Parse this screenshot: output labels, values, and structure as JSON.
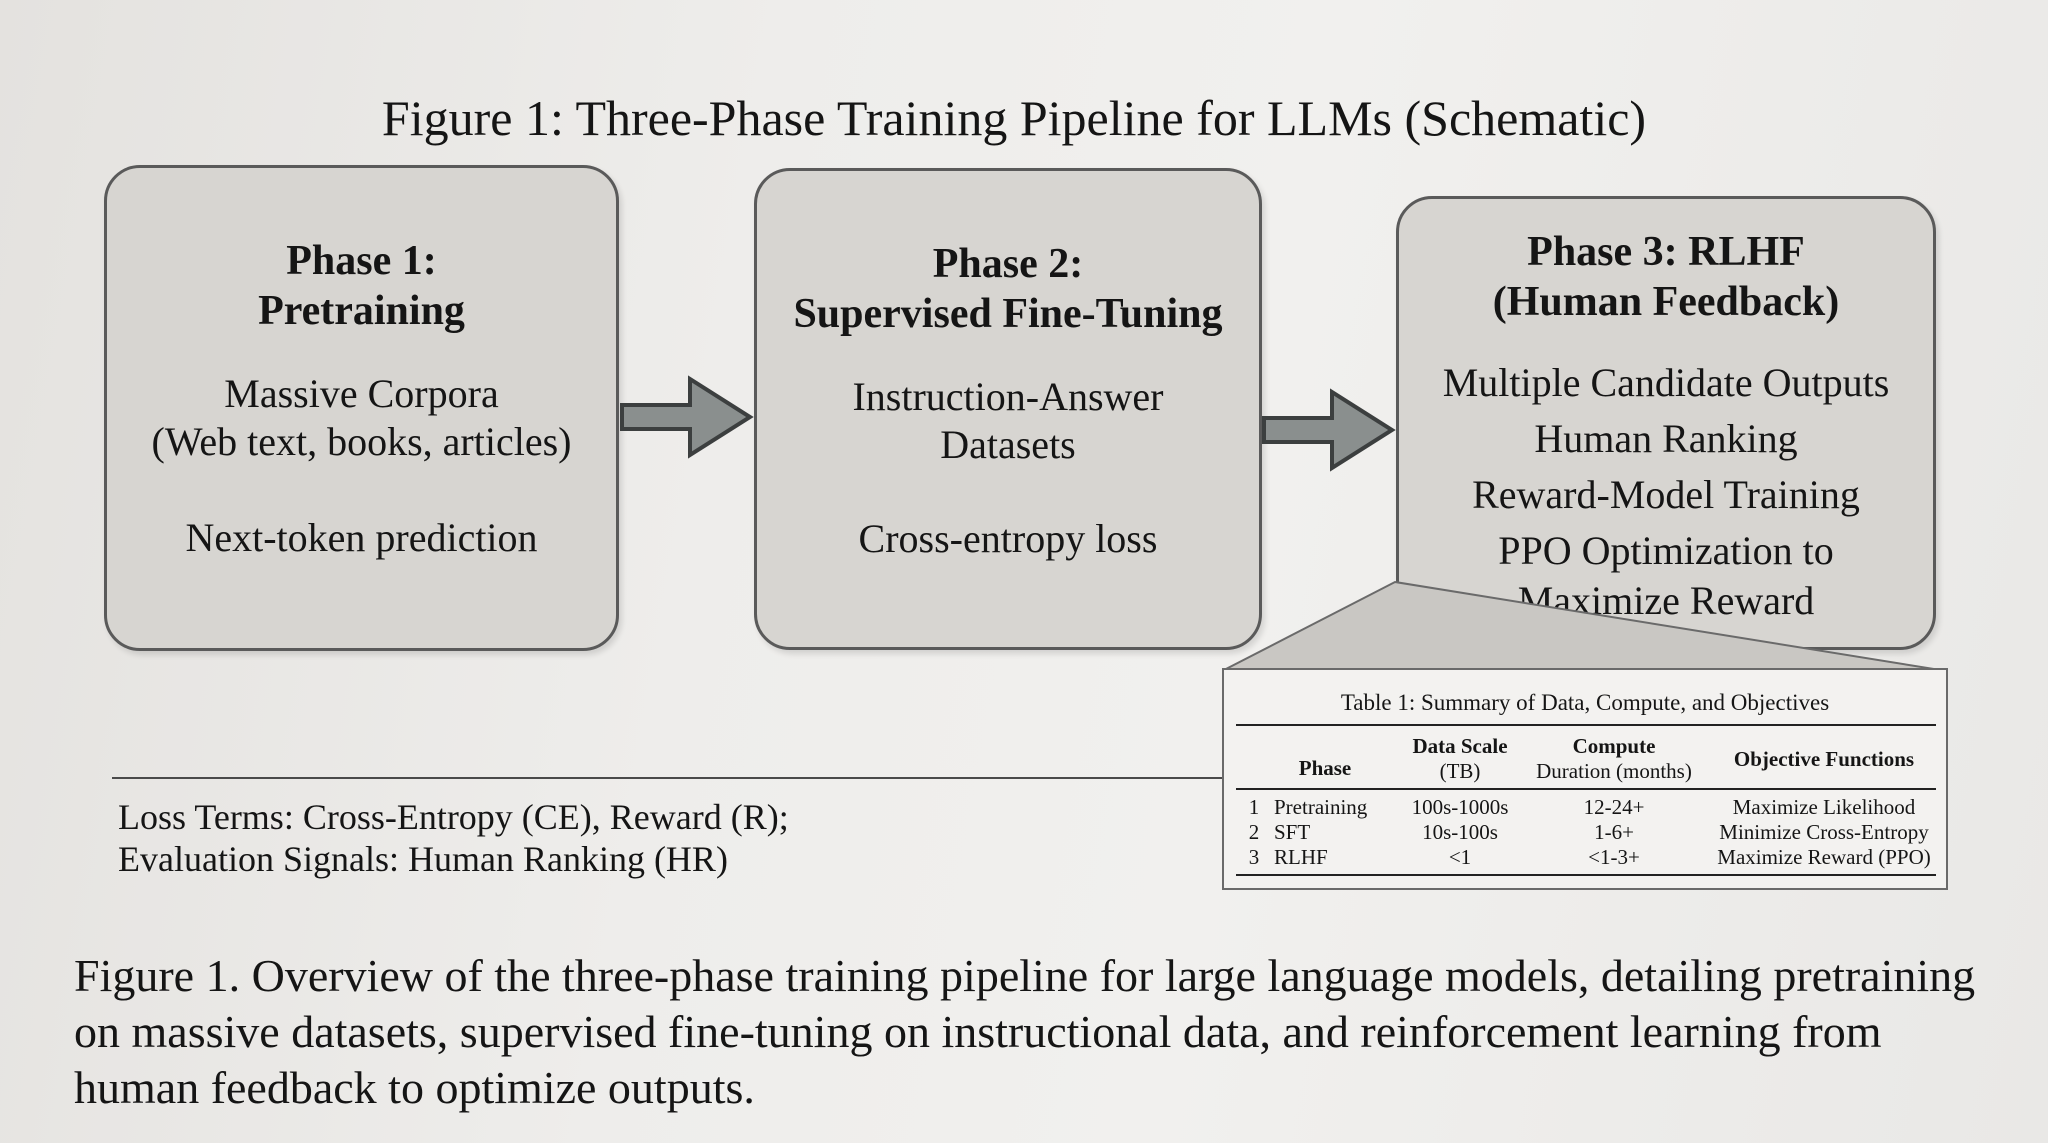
{
  "figure_title": "Figure 1: Three-Phase Training Pipeline for LLMs (Schematic)",
  "phases": [
    {
      "title_lines": [
        "Phase 1:",
        "Pretraining"
      ],
      "body_lines": [
        "Massive Corpora",
        "(Web text, books, articles)"
      ],
      "footer": "Next-token prediction"
    },
    {
      "title_lines": [
        "Phase 2:",
        "Supervised Fine-Tuning"
      ],
      "body_lines": [
        "Instruction-Answer",
        "Datasets"
      ],
      "footer": "Cross-entropy loss"
    },
    {
      "title_lines": [
        "Phase 3: RLHF",
        "(Human Feedback)"
      ],
      "body_lines": [
        "Multiple Candidate Outputs",
        "Human Ranking",
        "Reward-Model Training",
        "PPO Optimization to",
        "Maximize Reward"
      ]
    }
  ],
  "legend": {
    "line1": "Loss Terms: Cross-Entropy (CE), Reward (R);",
    "line2": "Evaluation Signals: Human Ranking (HR)"
  },
  "table": {
    "title": "Table 1: Summary of Data, Compute, and Objectives",
    "headers": {
      "phase": "Phase",
      "data_scale_1": "Data Scale",
      "data_scale_2": "(TB)",
      "compute_1": "Compute",
      "compute_2": "Duration (months)",
      "objective": "Objective Functions"
    },
    "rows": [
      {
        "num": "1",
        "phase": "Pretraining",
        "data": "100s-1000s",
        "compute": "12-24+",
        "objective": "Maximize Likelihood"
      },
      {
        "num": "2",
        "phase": "SFT",
        "data": "10s-100s",
        "compute": "1-6+",
        "objective": "Minimize Cross-Entropy"
      },
      {
        "num": "3",
        "phase": "RLHF",
        "data": "<1",
        "compute": "<1-3+",
        "objective": "Maximize Reward (PPO)"
      }
    ]
  },
  "caption": "Figure 1. Overview of the three-phase training pipeline for large language models, detailing pretraining on massive datasets, supervised fine-tuning on instructional data, and reinforcement learning from human feedback to optimize outputs."
}
